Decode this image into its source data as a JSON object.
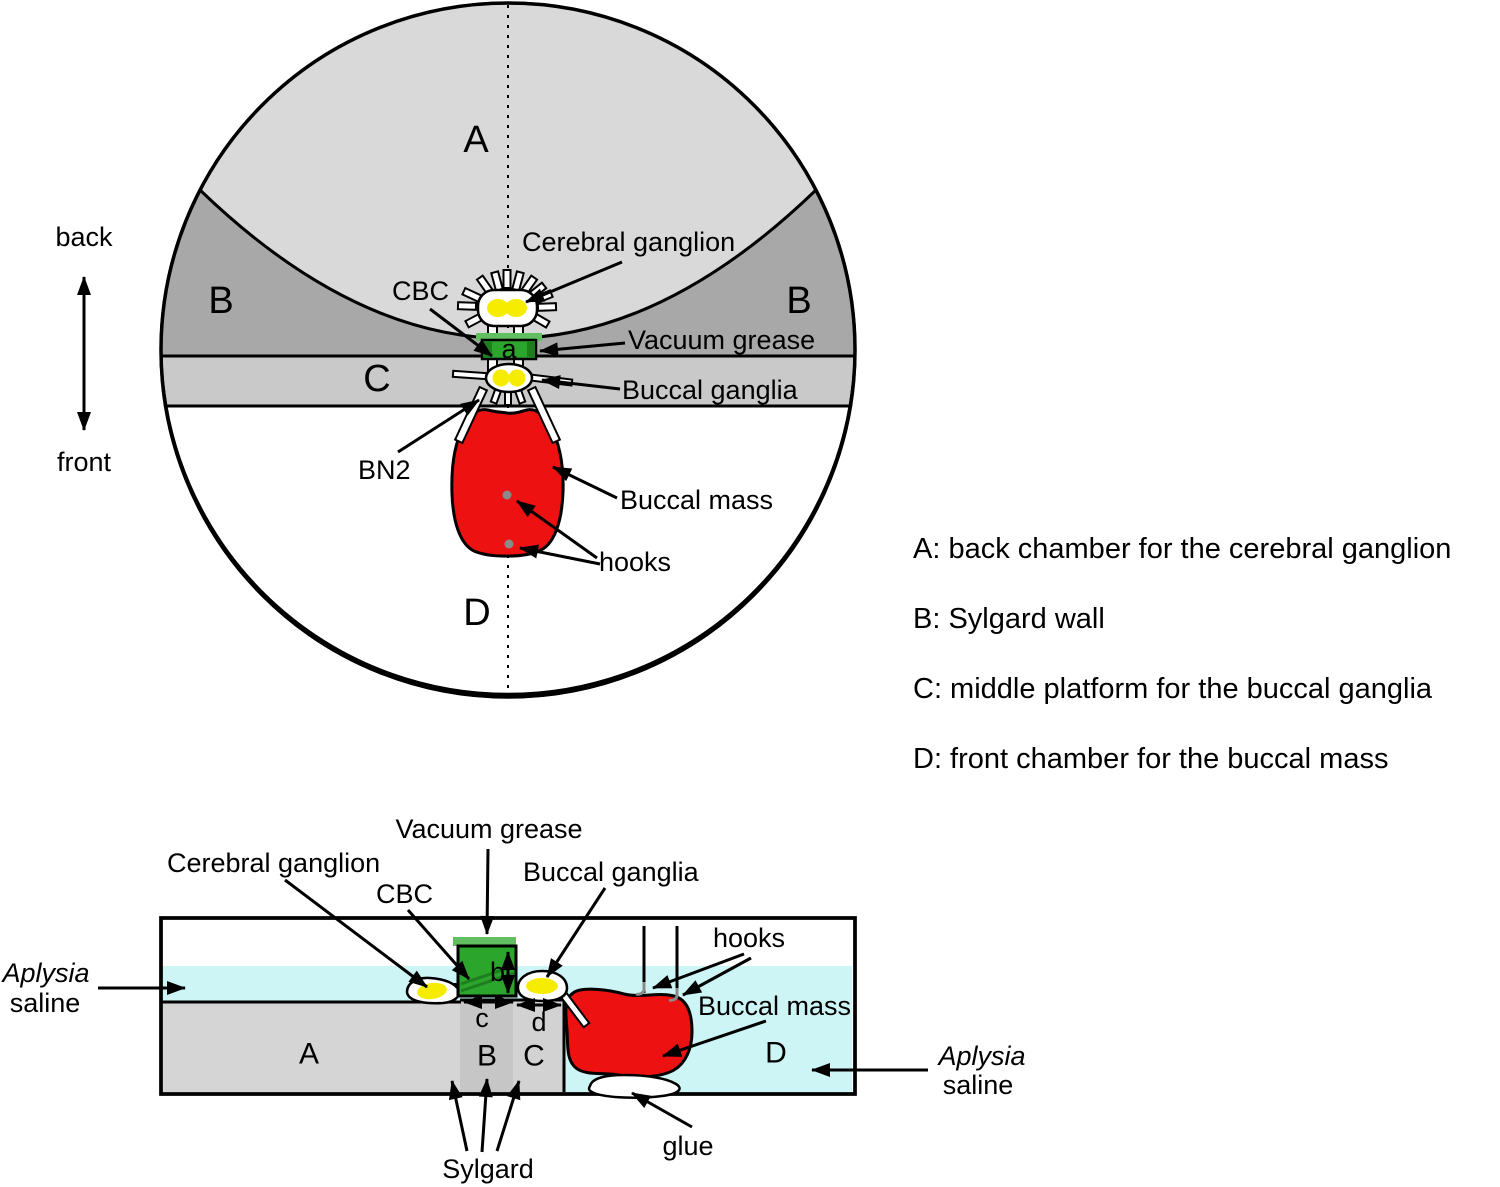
{
  "figure": {
    "orientation": {
      "back": "back",
      "front": "front"
    },
    "top_view": {
      "regions": {
        "A": "A",
        "B_left": "B",
        "B_right": "B",
        "C": "C",
        "D": "D"
      },
      "labels": {
        "cerebral_ganglion": "Cerebral ganglion",
        "cbc": "CBC",
        "vacuum_grease": "Vacuum grease",
        "buccal_ganglia": "Buccal ganglia",
        "bn2": "BN2",
        "buccal_mass": "Buccal mass",
        "hooks": "hooks",
        "gap_a": "a"
      }
    },
    "side_view": {
      "regions": {
        "A": "A",
        "B": "B",
        "C": "C",
        "D": "D"
      },
      "labels": {
        "vacuum_grease": "Vacuum grease",
        "cerebral_ganglion": "Cerebral ganglion",
        "cbc": "CBC",
        "buccal_ganglia": "Buccal ganglia",
        "hooks": "hooks",
        "buccal_mass": "Buccal mass",
        "glue": "glue",
        "sylgard": "Sylgard",
        "saline_left": {
          "line1": "Aplysia",
          "line2": "saline"
        },
        "saline_right": {
          "line1": "Aplysia",
          "line2": "saline"
        },
        "dim_b": "b",
        "dim_c": "c",
        "dim_d": "d"
      }
    },
    "legend": {
      "items": [
        "A: back chamber for the cerebral ganglion",
        "B: Sylgard wall",
        "C: middle platform for the buccal ganglia",
        "D: front chamber for the buccal mass"
      ]
    },
    "colors": {
      "chamber_a_gray": "#d9d9d9",
      "sylgard_wall_gray": "#a8a8a8",
      "platform_c_gray": "#c9c9c9",
      "floor_gray": "#d5d5d5",
      "wall_b_gray": "#c6c6c6",
      "platform_col_gray": "#d2d2d2",
      "vacuum_grease_green": "#2ca52c",
      "grease_cap_green": "#61bf61",
      "grease_dark_green": "#1e7e1e",
      "ganglion_yellow": "#f6ec00",
      "tissue_red": "#ee1111",
      "saline_cyan": "#cdf5f6",
      "hook_gray": "#8a8a8a"
    }
  }
}
